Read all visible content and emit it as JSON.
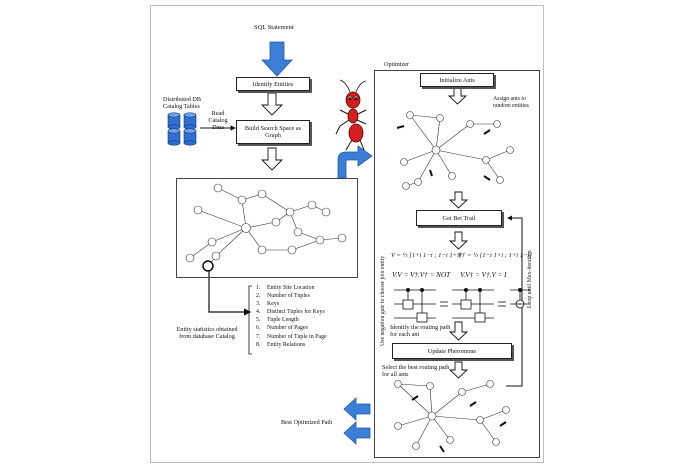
{
  "labels": {
    "sql_statement": "SQL Statement",
    "identify_entities": "Identify Entities",
    "catalog_tables": "Distributed DB Catalog Tables",
    "read_catalog": "Read Catalog Data",
    "build_search_space": "Build Search Space as Graph",
    "optimizer": "Optimizer",
    "initialize_ants": "Initialize Ants",
    "assign_ants": "Assign ants to random entities",
    "get_best_trail": "Get Bet Trail",
    "negation_gate": "Use negation gate to choose join entity",
    "loop_until_max": "Loop until Max-iteration",
    "identify_routing": "Identify the routing path for each ant",
    "update_pheromone": "Update Pheromone",
    "select_best": "Select the best routing path for all ants",
    "best_optimized_path": "Best Optimized Path",
    "entity_statistics": "Entity statistics obtained from database Catalog"
  },
  "stats_list": [
    {
      "n": "1.",
      "text": "Entity Site Location"
    },
    {
      "n": "2.",
      "text": "Number of Tuples"
    },
    {
      "n": "3.",
      "text": "Keys"
    },
    {
      "n": "4.",
      "text": "Distinct Tuples for Keys"
    },
    {
      "n": "5.",
      "text": "Tuple Length"
    },
    {
      "n": "6.",
      "text": "Number of Pages"
    },
    {
      "n": "7.",
      "text": "Number of Tuple in Page"
    },
    {
      "n": "8.",
      "text": "Entity Relations"
    }
  ],
  "math": {
    "v_def": "V = ½ [1+i  1−i ; 1−i  1+i]",
    "vdag_def": "V† = ½ [1−i  1+i ; 1+i  1−i]",
    "rel1": "V.V = V†.V† = NOT",
    "rel2": "V.V† = V†.V = I"
  },
  "colors": {
    "arrow_blue": "#3a7fd5",
    "ant_red": "#d31f1f",
    "db_blue": "#2f6fd0"
  }
}
